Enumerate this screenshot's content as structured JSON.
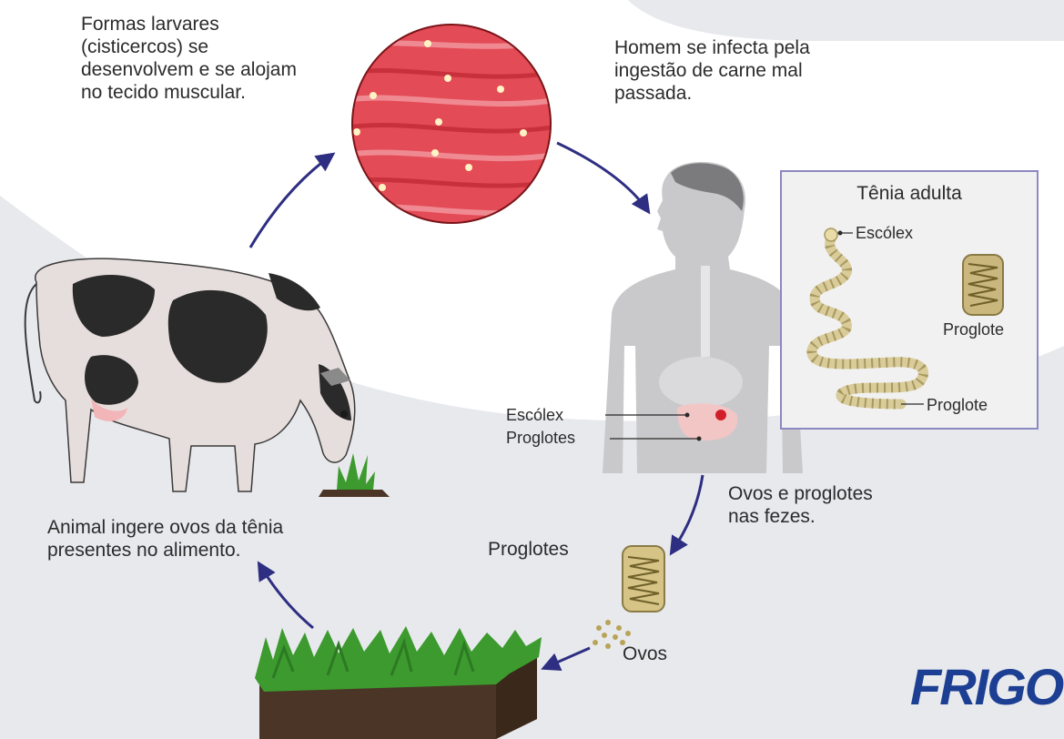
{
  "labels": {
    "cisticercos": "Formas larvares\n(cisticercos) se\ndesenvolvem e se alojam\nno tecido muscular.",
    "homem": "Homem se infecta pela\ningestão de carne mal\npassada.",
    "tenia_adulta_title": "Tênia adulta",
    "escolex_inset": "Escólex",
    "proglote_inset_1": "Proglote",
    "proglote_inset_2": "Proglote",
    "escolex_body": "Escólex",
    "proglotes_body": "Proglotes",
    "ovos_fezes": "Ovos e proglotes\nnas fezes.",
    "proglotes_ground": "Proglotes",
    "ovos": "Ovos",
    "animal": "Animal ingere ovos da tênia\npresentes no alimento."
  },
  "brand": {
    "text": "FRIGO",
    "color": "#1c3f93"
  },
  "colors": {
    "arrow": "#2e2e82",
    "muscle": "#e2444f",
    "inset_border": "#8c88c0",
    "grass": "#3c9a2e",
    "soil": "#4a3526",
    "worm": "#d9cc9a"
  }
}
